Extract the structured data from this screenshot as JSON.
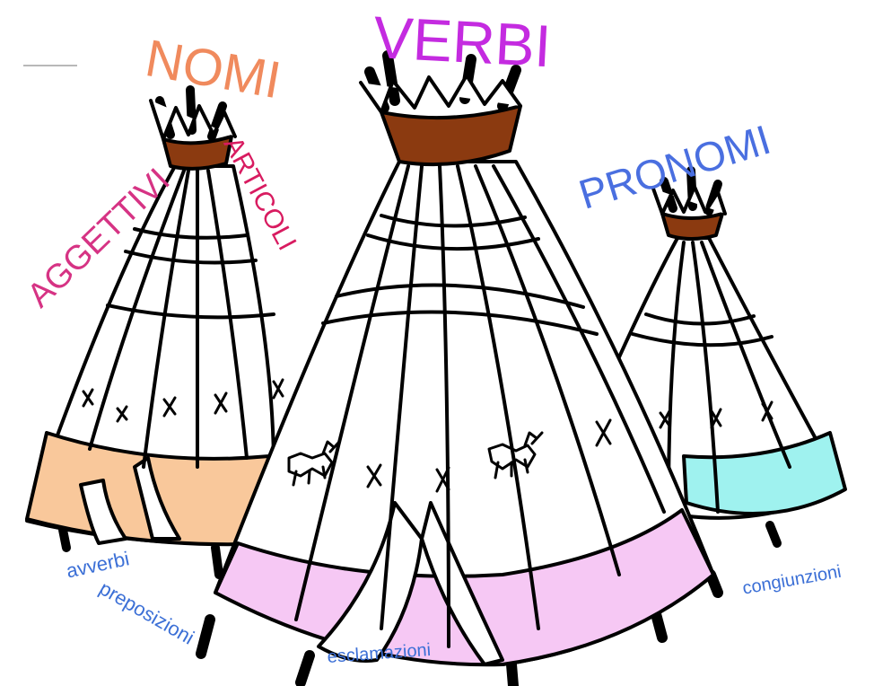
{
  "labels": {
    "nomi": "NOMI",
    "verbi": "VERBI",
    "articoli": "ARTICOLI",
    "aggettivi": "AGGETTIVI",
    "pronomi": "PRONOMI",
    "avverbi": "avverbi",
    "preposizioni": "preposizioni",
    "esclamazioni": "esclamazioni",
    "congiunzioni": "congiunzioni"
  },
  "colors": {
    "nomi": "#f08a5d",
    "verbi": "#c42be0",
    "articoli": "#d81b60",
    "aggettivi": "#d63384",
    "pronomi": "#4a6fe0",
    "small_words": "#3b6fd6",
    "teepee_left_band": "#f9c89b",
    "teepee_center_band": "#f6c8f4",
    "teepee_right_band": "#9ff2ef",
    "teepee_top": "#8b3a10",
    "outline": "#000000"
  }
}
